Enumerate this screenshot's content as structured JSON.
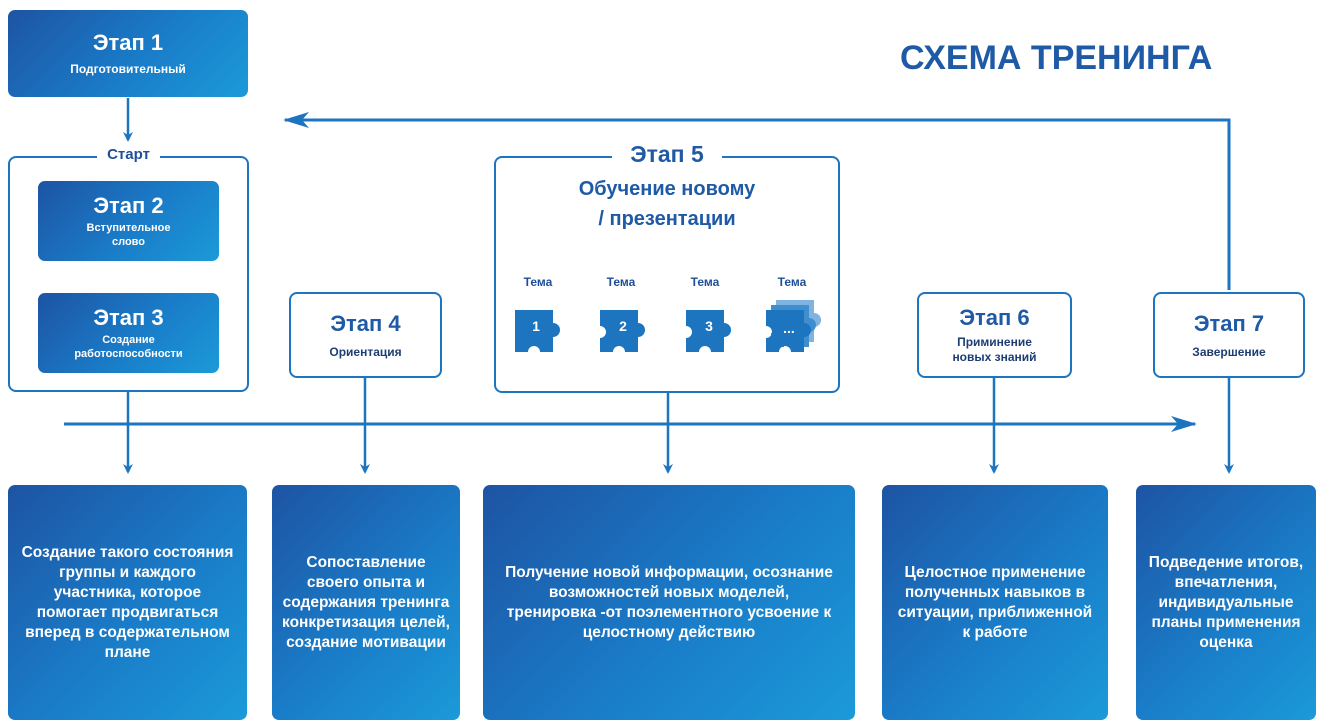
{
  "title": "СХЕМА ТРЕНИНГА",
  "stage1": {
    "name": "Этап 1",
    "desc": "Подготовительный"
  },
  "start_label": "Старт",
  "stage2": {
    "name": "Этап 2",
    "desc": "Вступительное слово"
  },
  "stage3": {
    "name": "Этап 3",
    "desc": "Создание работоспособности"
  },
  "stage4": {
    "name": "Этап 4",
    "desc": "Ориентация"
  },
  "stage5": {
    "name": "Этап 5",
    "desc_line1": "Обучение новому",
    "desc_line2": "/ презентации",
    "topics": [
      {
        "label": "Тема",
        "num": "1"
      },
      {
        "label": "Тема",
        "num": "2"
      },
      {
        "label": "Тема",
        "num": "3"
      },
      {
        "label": "Тема",
        "num": "..."
      }
    ]
  },
  "stage6": {
    "name": "Этап 6",
    "desc": "Приминение новых знаний"
  },
  "stage7": {
    "name": "Этап 7",
    "desc": "Завершение"
  },
  "outcomes": [
    "Создание такого состояния группы и каждого участника, которое помогает продвигаться вперед в содержательном плане",
    "Сопоставление своего опыта и содержания тренинга конкретизация целей, создание мотивации",
    "Получение новой информации, осознание возможностей новых моделей, тренировка -от поэлементного усвоение к целостному действию",
    "Целостное применение полученных навыков в ситуации, приближенной к работе",
    "Подведение итогов, впечатления, индивидуальные планы применения оценка"
  ],
  "colors": {
    "primary": "#1d74bf",
    "dark": "#1d54a3",
    "light": "#1b9ad9"
  }
}
